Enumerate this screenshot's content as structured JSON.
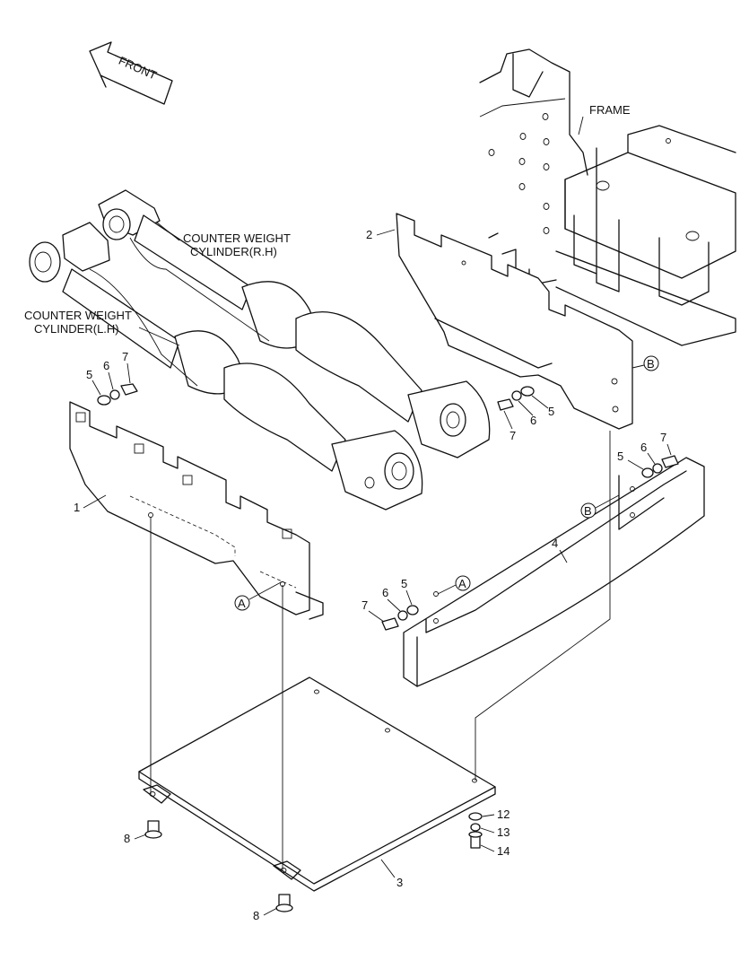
{
  "labels": {
    "front": "FRONT",
    "frame": "FRAME",
    "cyl_rh_line1": "COUNTER WEIGHT",
    "cyl_rh_line2": "CYLINDER(R.H)",
    "cyl_lh_line1": "COUNTER WEIGHT",
    "cyl_lh_line2": "CYLINDER(L.H)"
  },
  "callouts": {
    "n1": "1",
    "n2": "2",
    "n3": "3",
    "n4": "4",
    "n5a": "5",
    "n6a": "6",
    "n7a": "7",
    "n5b": "5",
    "n6b": "6",
    "n7b": "7",
    "n5c": "5",
    "n6c": "6",
    "n7c": "7",
    "n5d": "5",
    "n6d": "6",
    "n7d": "7",
    "n8a": "8",
    "n8b": "8",
    "n12": "12",
    "n13": "13",
    "n14": "14"
  },
  "refs": {
    "a1": "A",
    "a2": "A",
    "b1": "B",
    "b2": "B"
  }
}
